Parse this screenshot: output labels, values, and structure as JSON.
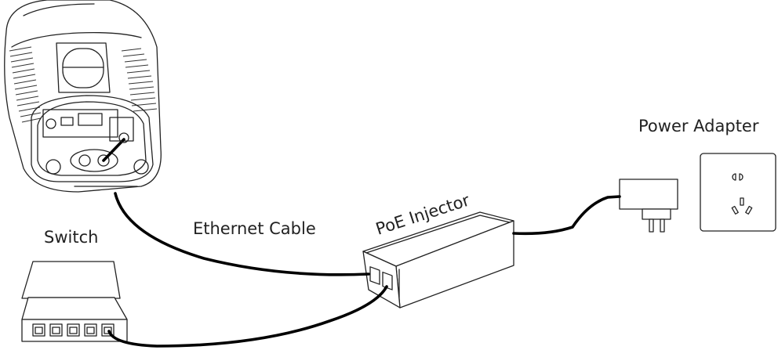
{
  "diagram": {
    "labels": {
      "switch": "Switch",
      "ethernet_cable": "Ethernet Cable",
      "poe_injector": "PoE Injector",
      "power_adapter": "Power Adapter"
    },
    "components": [
      {
        "id": "camera",
        "name": "Outdoor camera / access point (bottom open, ports exposed)"
      },
      {
        "id": "switch",
        "name": "Switch",
        "ports": 5
      },
      {
        "id": "poe_injector",
        "name": "PoE Injector",
        "ports": 2
      },
      {
        "id": "power_adapter",
        "name": "Power Adapter"
      },
      {
        "id": "wall_outlet",
        "name": "Wall outlet"
      }
    ],
    "connections": [
      {
        "from": "camera",
        "to": "poe_injector",
        "label": "Ethernet Cable"
      },
      {
        "from": "switch",
        "to": "poe_injector"
      },
      {
        "from": "poe_injector",
        "to": "power_adapter"
      }
    ],
    "colors": {
      "line": "#222222",
      "cable": "#000000",
      "background": "#ffffff"
    }
  }
}
